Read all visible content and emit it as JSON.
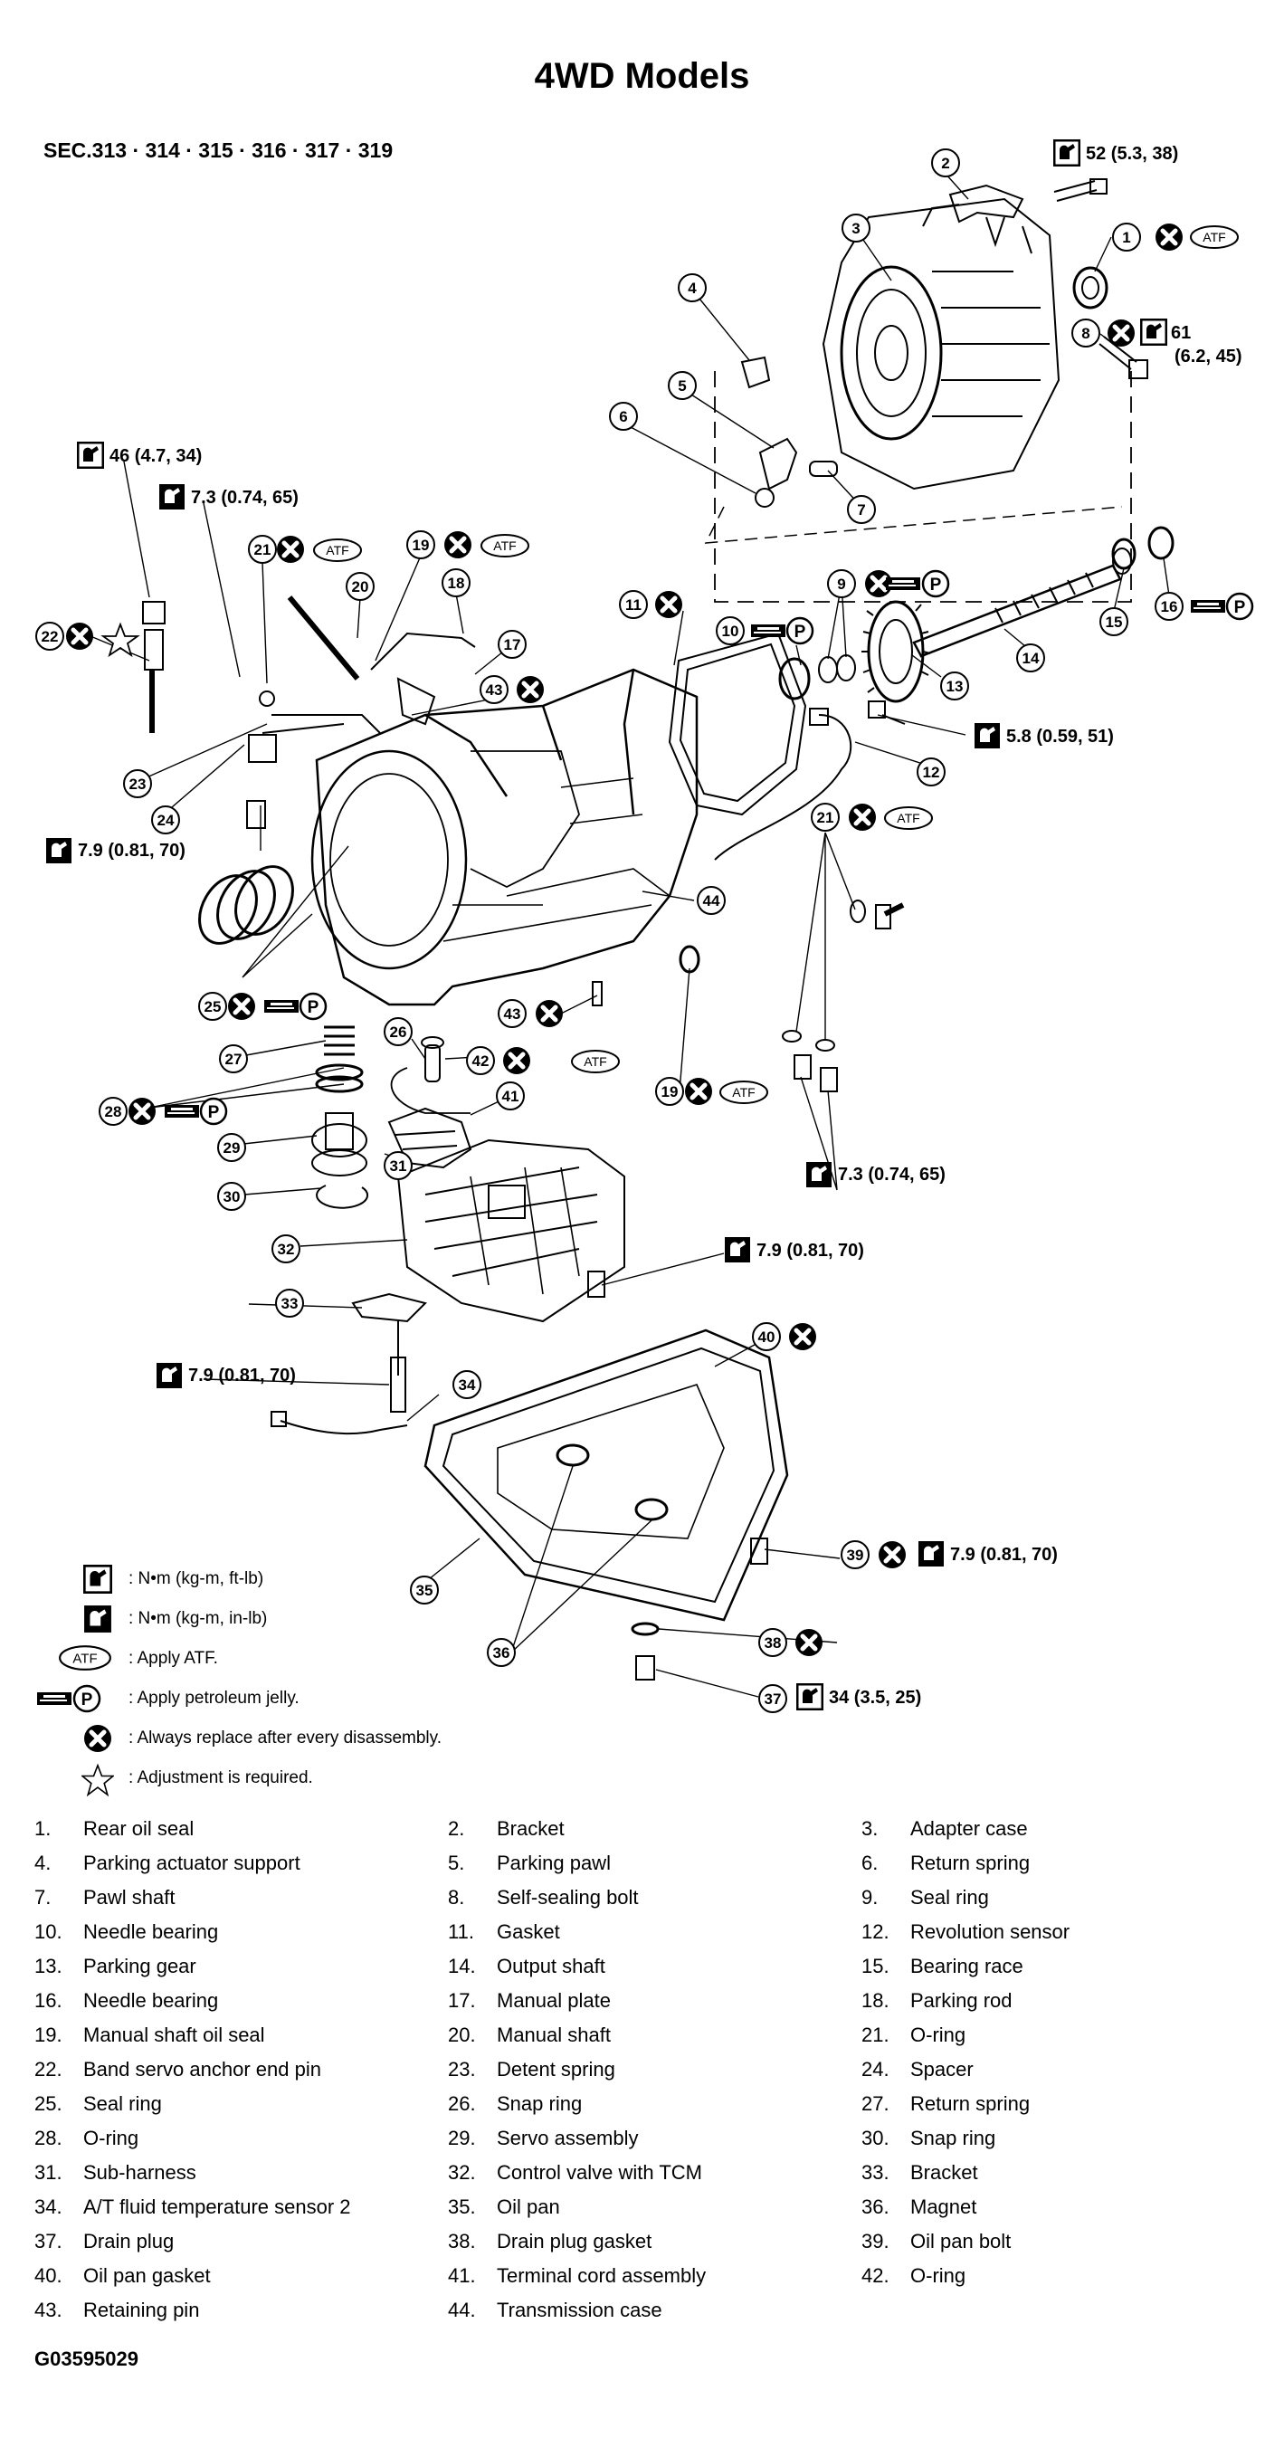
{
  "title": "4WD Models",
  "section": "SEC.313 · 314 · 315 · 316 · 317 · 319",
  "torques": {
    "t52": "52  (5.3,  38)",
    "t61": "61",
    "t61b": "(6.2,  45)",
    "t46": "46  (4.7,  34)",
    "t73a": "7.3  (0.74,  65)",
    "t58": "5.8  (0.59,  51)",
    "t79a": "7.9  (0.81,  70)",
    "t73b": "7.3  (0.74,  65)",
    "t79b": "7.9  (0.81,  70)",
    "t79c": "7.9  (0.81,  70)",
    "t79d": "7.9  (0.81,  70)",
    "t34": "34  (3.5,  25)"
  },
  "symbols": {
    "atf": "ATF",
    "p": "P"
  },
  "legend": [
    {
      "symbol": "torque-nm-ftlb",
      "text": ": N•m  (kg-m,  ft-lb)"
    },
    {
      "symbol": "torque-nm-inlb",
      "text": ": N•m  (kg-m,  in-lb)"
    },
    {
      "symbol": "atf",
      "text": ": Apply ATF."
    },
    {
      "symbol": "petroleum-jelly",
      "text": ": Apply petroleum jelly."
    },
    {
      "symbol": "replace",
      "text": ": Always replace after every disassembly."
    },
    {
      "symbol": "adjustment",
      "text": ": Adjustment is required."
    }
  ],
  "parts": [
    {
      "num": "1.",
      "name": "Rear oil seal"
    },
    {
      "num": "2.",
      "name": "Bracket"
    },
    {
      "num": "3.",
      "name": "Adapter case"
    },
    {
      "num": "4.",
      "name": "Parking actuator support"
    },
    {
      "num": "5.",
      "name": "Parking pawl"
    },
    {
      "num": "6.",
      "name": "Return spring"
    },
    {
      "num": "7.",
      "name": "Pawl shaft"
    },
    {
      "num": "8.",
      "name": "Self-sealing bolt"
    },
    {
      "num": "9.",
      "name": "Seal ring"
    },
    {
      "num": "10.",
      "name": "Needle bearing"
    },
    {
      "num": "11.",
      "name": "Gasket"
    },
    {
      "num": "12.",
      "name": "Revolution sensor"
    },
    {
      "num": "13.",
      "name": "Parking gear"
    },
    {
      "num": "14.",
      "name": "Output shaft"
    },
    {
      "num": "15.",
      "name": "Bearing race"
    },
    {
      "num": "16.",
      "name": "Needle bearing"
    },
    {
      "num": "17.",
      "name": "Manual plate"
    },
    {
      "num": "18.",
      "name": "Parking rod"
    },
    {
      "num": "19.",
      "name": "Manual shaft oil seal"
    },
    {
      "num": "20.",
      "name": "Manual shaft"
    },
    {
      "num": "21.",
      "name": "O-ring"
    },
    {
      "num": "22.",
      "name": "Band servo anchor end pin"
    },
    {
      "num": "23.",
      "name": "Detent spring"
    },
    {
      "num": "24.",
      "name": "Spacer"
    },
    {
      "num": "25.",
      "name": "Seal ring"
    },
    {
      "num": "26.",
      "name": "Snap ring"
    },
    {
      "num": "27.",
      "name": "Return spring"
    },
    {
      "num": "28.",
      "name": "O-ring"
    },
    {
      "num": "29.",
      "name": "Servo assembly"
    },
    {
      "num": "30.",
      "name": "Snap ring"
    },
    {
      "num": "31.",
      "name": "Sub-harness"
    },
    {
      "num": "32.",
      "name": "Control valve with TCM"
    },
    {
      "num": "33.",
      "name": "Bracket"
    },
    {
      "num": "34.",
      "name": "A/T fluid temperature sensor 2"
    },
    {
      "num": "35.",
      "name": "Oil pan"
    },
    {
      "num": "36.",
      "name": "Magnet"
    },
    {
      "num": "37.",
      "name": "Drain plug"
    },
    {
      "num": "38.",
      "name": "Drain plug gasket"
    },
    {
      "num": "39.",
      "name": "Oil pan bolt"
    },
    {
      "num": "40.",
      "name": "Oil pan gasket"
    },
    {
      "num": "41.",
      "name": "Terminal cord assembly"
    },
    {
      "num": "42.",
      "name": "O-ring"
    },
    {
      "num": "43.",
      "name": "Retaining pin"
    },
    {
      "num": "44.",
      "name": "Transmission case"
    }
  ],
  "figure_code": "G03595029"
}
